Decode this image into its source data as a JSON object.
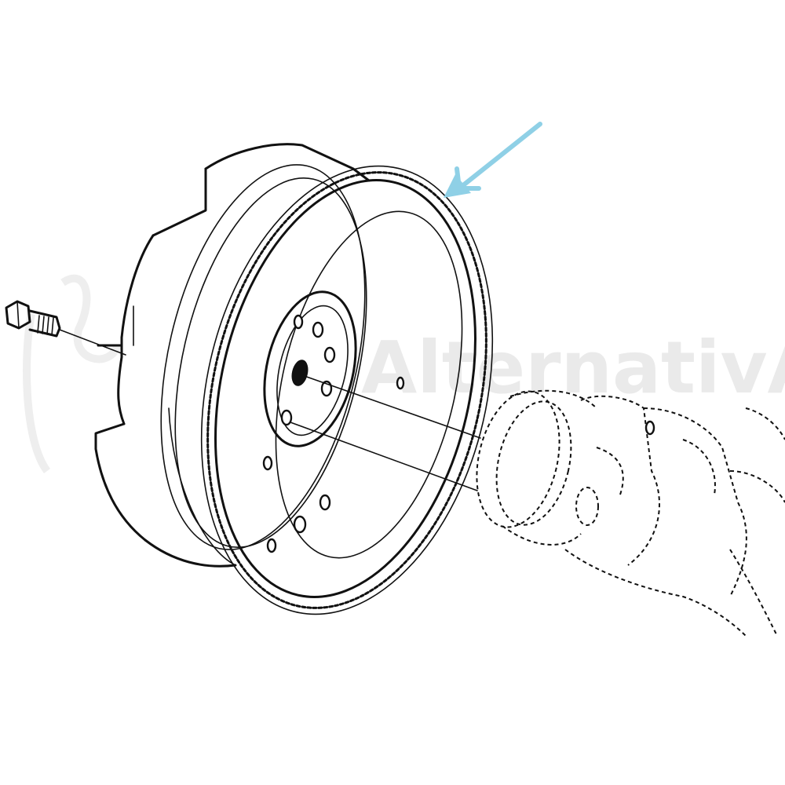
{
  "diagram": {
    "parts": [
      {
        "name": "flywheel",
        "label": ""
      },
      {
        "name": "ring-gear",
        "label": ""
      },
      {
        "name": "flywheel-bolt",
        "label": ""
      },
      {
        "name": "crankshaft",
        "label": ""
      }
    ],
    "pointer_arrow": {
      "target": "ring-gear",
      "color": "#8fd0e6"
    },
    "watermark": {
      "text": "AlternativA",
      "color": "#e8e8e8"
    },
    "line_color": "#111111",
    "background": "#ffffff"
  }
}
